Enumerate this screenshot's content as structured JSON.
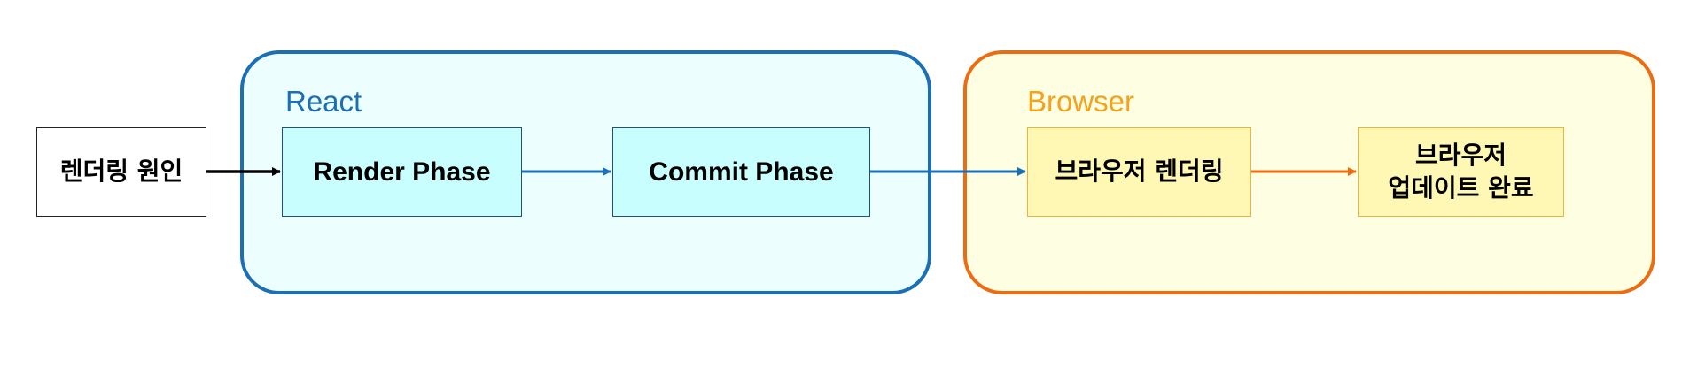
{
  "groups": {
    "react": {
      "label": "React",
      "color": "#1a6fb5"
    },
    "browser": {
      "label": "Browser",
      "color": "#f5a11a"
    }
  },
  "nodes": {
    "cause": "렌더링 원인",
    "render_phase": "Render Phase",
    "commit_phase": "Commit Phase",
    "browser_rendering": "브라우저 렌더링",
    "browser_update_done": "브라우저\n업데이트 완료"
  },
  "colors": {
    "arrow_black": "#000000",
    "arrow_blue": "#1a6fb5",
    "arrow_orange": "#ec6c12"
  }
}
